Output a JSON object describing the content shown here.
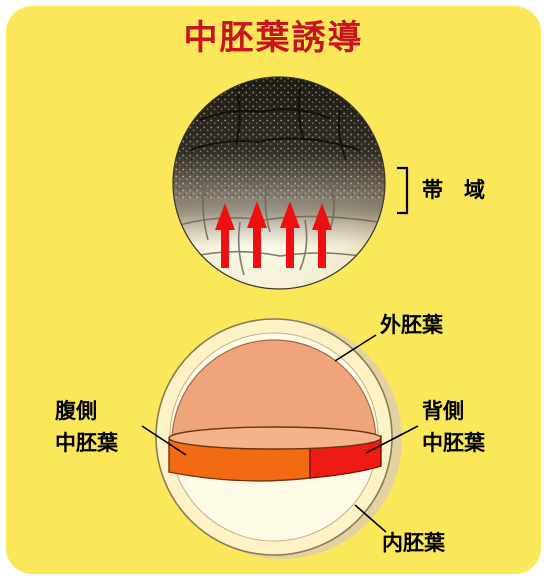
{
  "title": "中胚葉誘導",
  "labels": {
    "marginal_zone": "帯　域",
    "ectoderm": "外胚葉",
    "ventral_line1": "腹側",
    "ventral_line2": "中胚葉",
    "dorsal_line1": "背側",
    "dorsal_line2": "中胚葉",
    "endoderm": "内胚葉"
  },
  "colors": {
    "background": "#fbe85a",
    "title": "#c8141e",
    "arrow": "#ee1010",
    "ectoderm_fill": "#f0a47c",
    "ventral_mesoderm": "#f26b12",
    "dorsal_mesoderm": "#ee1a14",
    "endoderm_fill": "#fdf4cc"
  }
}
